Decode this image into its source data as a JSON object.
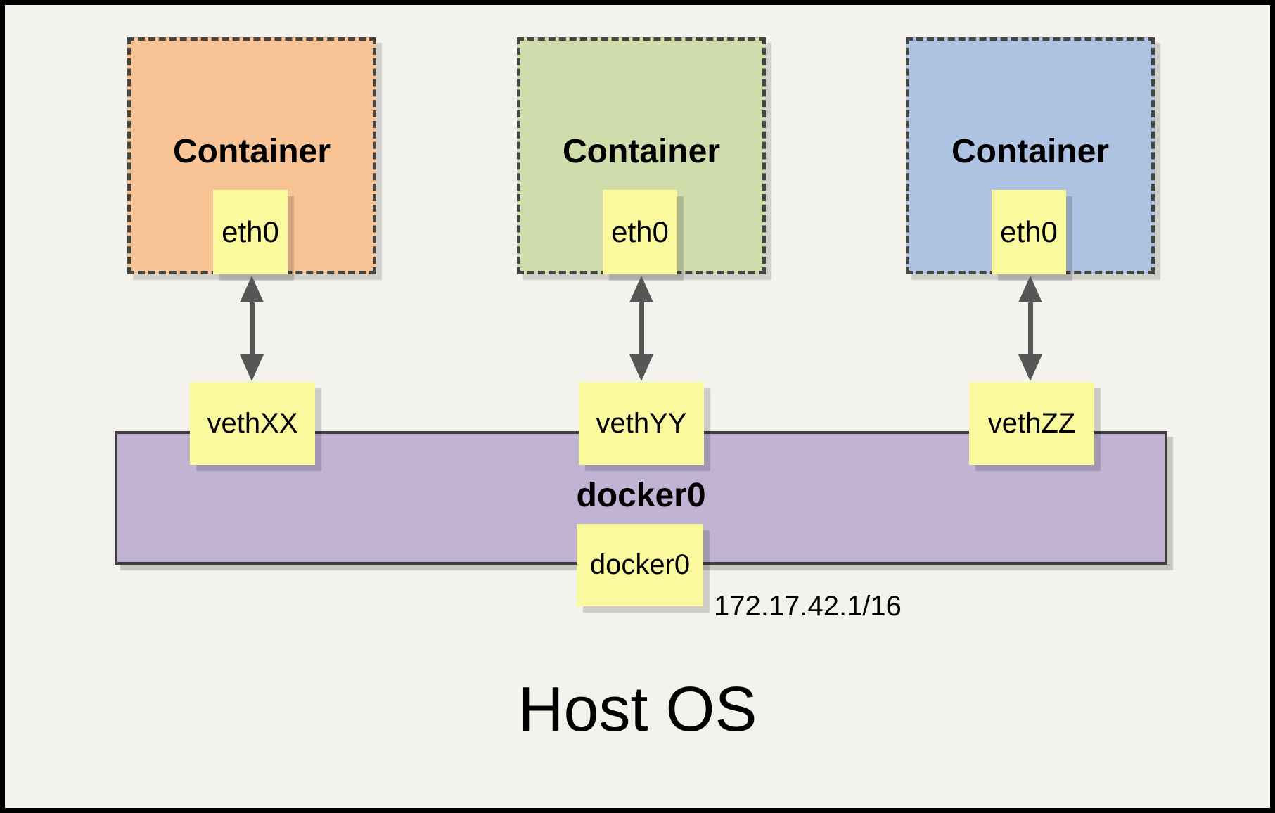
{
  "diagram": {
    "host_label": "Host OS",
    "containers": [
      {
        "label": "Container",
        "interface_label": "eth0",
        "veth_label": "vethXX",
        "fill": "#F9C495"
      },
      {
        "label": "Container",
        "interface_label": "eth0",
        "veth_label": "vethYY",
        "fill": "#D0DCAC"
      },
      {
        "label": "Container",
        "interface_label": "eth0",
        "veth_label": "vethZZ",
        "fill": "#AEC3E1"
      }
    ],
    "bridge": {
      "label": "docker0",
      "interface_label": "docker0",
      "ip_address": "172.17.42.1/16",
      "fill": "#C1B3D3"
    },
    "colors": {
      "background": "#F4F2EC",
      "interface_box": "#FBF99E",
      "dashed_border": "#454542",
      "arrow": "#565656",
      "outer_frame": "#000000"
    }
  }
}
